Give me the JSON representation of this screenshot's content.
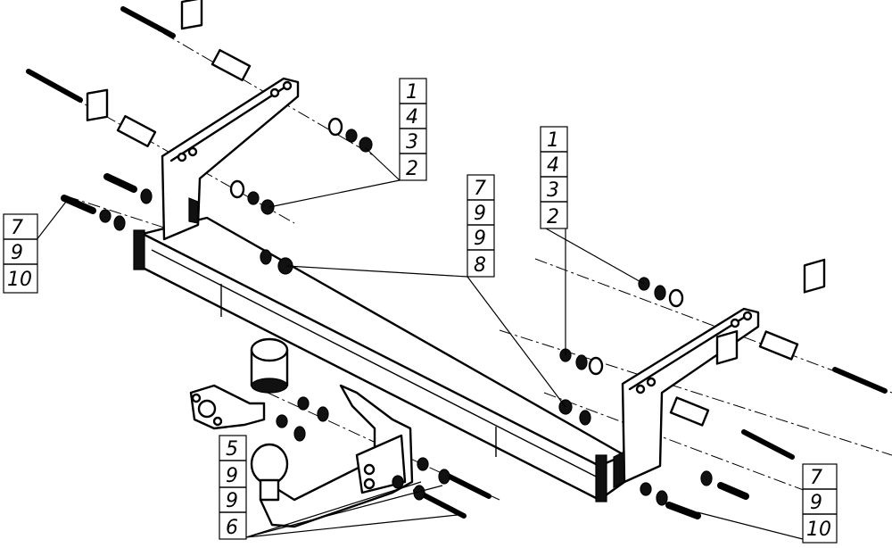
{
  "diagram": {
    "callouts": [
      {
        "id": "callout-top-center",
        "labels": [
          "1",
          "4",
          "3",
          "2"
        ]
      },
      {
        "id": "callout-middle",
        "labels": [
          "7",
          "9",
          "9",
          "8"
        ]
      },
      {
        "id": "callout-right-upper",
        "labels": [
          "1",
          "4",
          "3",
          "2"
        ]
      },
      {
        "id": "callout-left",
        "labels": [
          "7",
          "9",
          "10"
        ]
      },
      {
        "id": "callout-bottom-left",
        "labels": [
          "5",
          "9",
          "9",
          "6"
        ]
      },
      {
        "id": "callout-bottom-right",
        "labels": [
          "7",
          "9",
          "10"
        ]
      }
    ]
  }
}
